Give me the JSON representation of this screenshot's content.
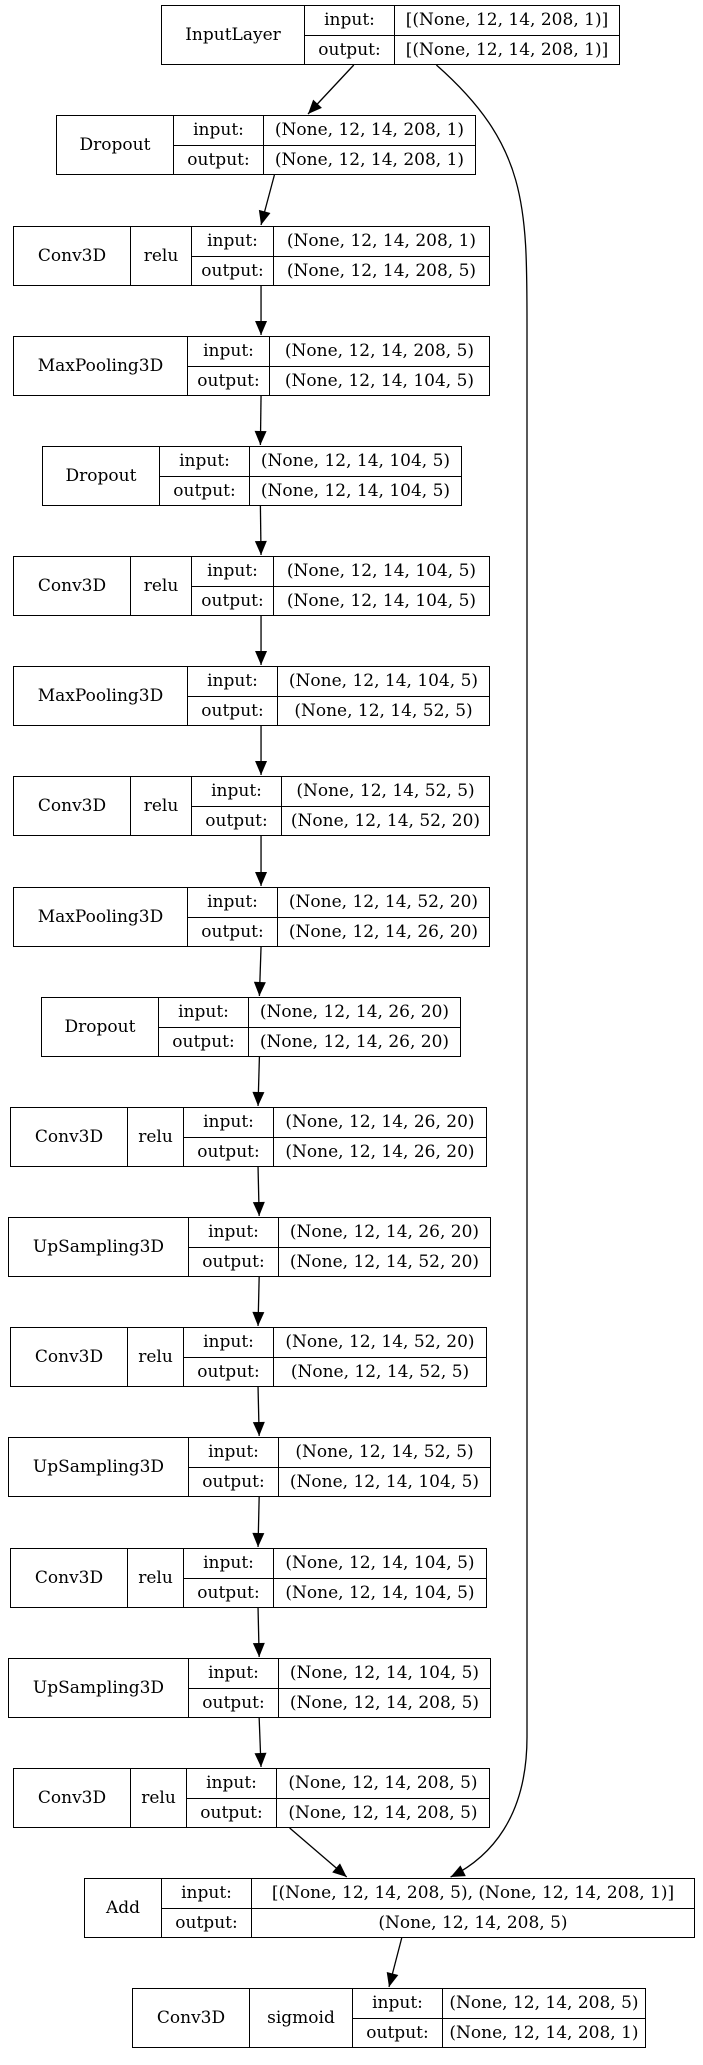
{
  "io_labels": {
    "input": "input:",
    "output": "output:"
  },
  "layers": [
    {
      "name": "InputLayer",
      "activation": "",
      "input": "[(None, 12, 14, 208, 1)]",
      "output": "[(None, 12, 14, 208, 1)]"
    },
    {
      "name": "Dropout",
      "activation": "",
      "input": "(None, 12, 14, 208, 1)",
      "output": "(None, 12, 14, 208, 1)"
    },
    {
      "name": "Conv3D",
      "activation": "relu",
      "input": "(None, 12, 14, 208, 1)",
      "output": "(None, 12, 14, 208, 5)"
    },
    {
      "name": "MaxPooling3D",
      "activation": "",
      "input": "(None, 12, 14, 208, 5)",
      "output": "(None, 12, 14, 104, 5)"
    },
    {
      "name": "Dropout",
      "activation": "",
      "input": "(None, 12, 14, 104, 5)",
      "output": "(None, 12, 14, 104, 5)"
    },
    {
      "name": "Conv3D",
      "activation": "relu",
      "input": "(None, 12, 14, 104, 5)",
      "output": "(None, 12, 14, 104, 5)"
    },
    {
      "name": "MaxPooling3D",
      "activation": "",
      "input": "(None, 12, 14, 104, 5)",
      "output": "(None, 12, 14, 52, 5)"
    },
    {
      "name": "Conv3D",
      "activation": "relu",
      "input": "(None, 12, 14, 52, 5)",
      "output": "(None, 12, 14, 52, 20)"
    },
    {
      "name": "MaxPooling3D",
      "activation": "",
      "input": "(None, 12, 14, 52, 20)",
      "output": "(None, 12, 14, 26, 20)"
    },
    {
      "name": "Dropout",
      "activation": "",
      "input": "(None, 12, 14, 26, 20)",
      "output": "(None, 12, 14, 26, 20)"
    },
    {
      "name": "Conv3D",
      "activation": "relu",
      "input": "(None, 12, 14, 26, 20)",
      "output": "(None, 12, 14, 26, 20)"
    },
    {
      "name": "UpSampling3D",
      "activation": "",
      "input": "(None, 12, 14, 26, 20)",
      "output": "(None, 12, 14, 52, 20)"
    },
    {
      "name": "Conv3D",
      "activation": "relu",
      "input": "(None, 12, 14, 52, 20)",
      "output": "(None, 12, 14, 52, 5)"
    },
    {
      "name": "UpSampling3D",
      "activation": "",
      "input": "(None, 12, 14, 52, 5)",
      "output": "(None, 12, 14, 104, 5)"
    },
    {
      "name": "Conv3D",
      "activation": "relu",
      "input": "(None, 12, 14, 104, 5)",
      "output": "(None, 12, 14, 104, 5)"
    },
    {
      "name": "UpSampling3D",
      "activation": "",
      "input": "(None, 12, 14, 104, 5)",
      "output": "(None, 12, 14, 208, 5)"
    },
    {
      "name": "Conv3D",
      "activation": "relu",
      "input": "(None, 12, 14, 208, 5)",
      "output": "(None, 12, 14, 208, 5)"
    },
    {
      "name": "Add",
      "activation": "",
      "input": "[(None, 12, 14, 208, 5), (None, 12, 14, 208, 1)]",
      "output": "(None, 12, 14, 208, 5)"
    },
    {
      "name": "Conv3D",
      "activation": "sigmoid",
      "input": "(None, 12, 14, 208, 5)",
      "output": "(None, 12, 14, 208, 1)"
    }
  ],
  "edges": [
    {
      "from": 0,
      "to": 1
    },
    {
      "from": 1,
      "to": 2
    },
    {
      "from": 2,
      "to": 3
    },
    {
      "from": 3,
      "to": 4
    },
    {
      "from": 4,
      "to": 5
    },
    {
      "from": 5,
      "to": 6
    },
    {
      "from": 6,
      "to": 7
    },
    {
      "from": 7,
      "to": 8
    },
    {
      "from": 8,
      "to": 9
    },
    {
      "from": 9,
      "to": 10
    },
    {
      "from": 10,
      "to": 11
    },
    {
      "from": 11,
      "to": 12
    },
    {
      "from": 12,
      "to": 13
    },
    {
      "from": 13,
      "to": 14
    },
    {
      "from": 14,
      "to": 15
    },
    {
      "from": 15,
      "to": 16
    },
    {
      "from": 16,
      "to": 17
    },
    {
      "from": 17,
      "to": 18
    },
    {
      "from": 0,
      "to": 17,
      "skip": true
    }
  ]
}
